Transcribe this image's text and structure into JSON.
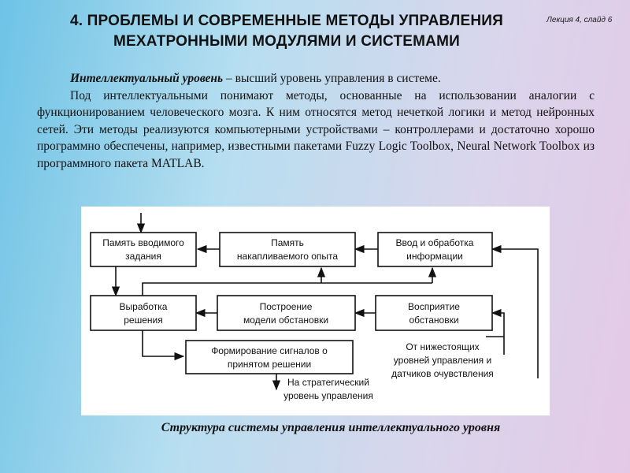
{
  "slide_label": "Лекция 4, слайд 6",
  "title": {
    "line1": "4. ПРОБЛЕМЫ И СОВРЕМЕННЫЕ МЕТОДЫ УПРАВЛЕНИЯ",
    "line2": "МЕХАТРОННЫМИ МОДУЛЯМИ И СИСТЕМАМИ"
  },
  "body": {
    "term": "Интеллектуальный уровень",
    "term_rest": " – высший уровень управления в системе.",
    "paragraph": "Под интеллектуальными понимают методы, основанные на использовании аналогии с функционированием человеческого мозга. К ним относятся метод нечеткой логики и метод нейронных сетей. Эти методы реализуются компьютерными устройствами – контроллерами и достаточно хорошо программно обеспечены, например, известными пакетами Fuzzy Logic Toolbox, Neural Network Toolbox из программного пакета MATLAB."
  },
  "diagram": {
    "boxes": {
      "task_memory": [
        "Память вводимого",
        "задания"
      ],
      "experience_memory": [
        "Память",
        "накапливаемого опыта"
      ],
      "info_input": [
        "Ввод и обработка",
        "информации"
      ],
      "decision": [
        "Выработка",
        "решения"
      ],
      "model": [
        "Построение",
        "модели обстановки"
      ],
      "perception": [
        "Восприятие",
        "обстановки"
      ],
      "signals": [
        "Формирование сигналов о",
        "принятом решении"
      ]
    },
    "notes": {
      "from_lower": [
        "От нижестоящих",
        "уровней управления и",
        "датчиков очувствления"
      ],
      "to_strategic": [
        "На стратегический",
        "уровень управления"
      ]
    }
  },
  "caption": "Структура системы управления интеллектуального уровня"
}
